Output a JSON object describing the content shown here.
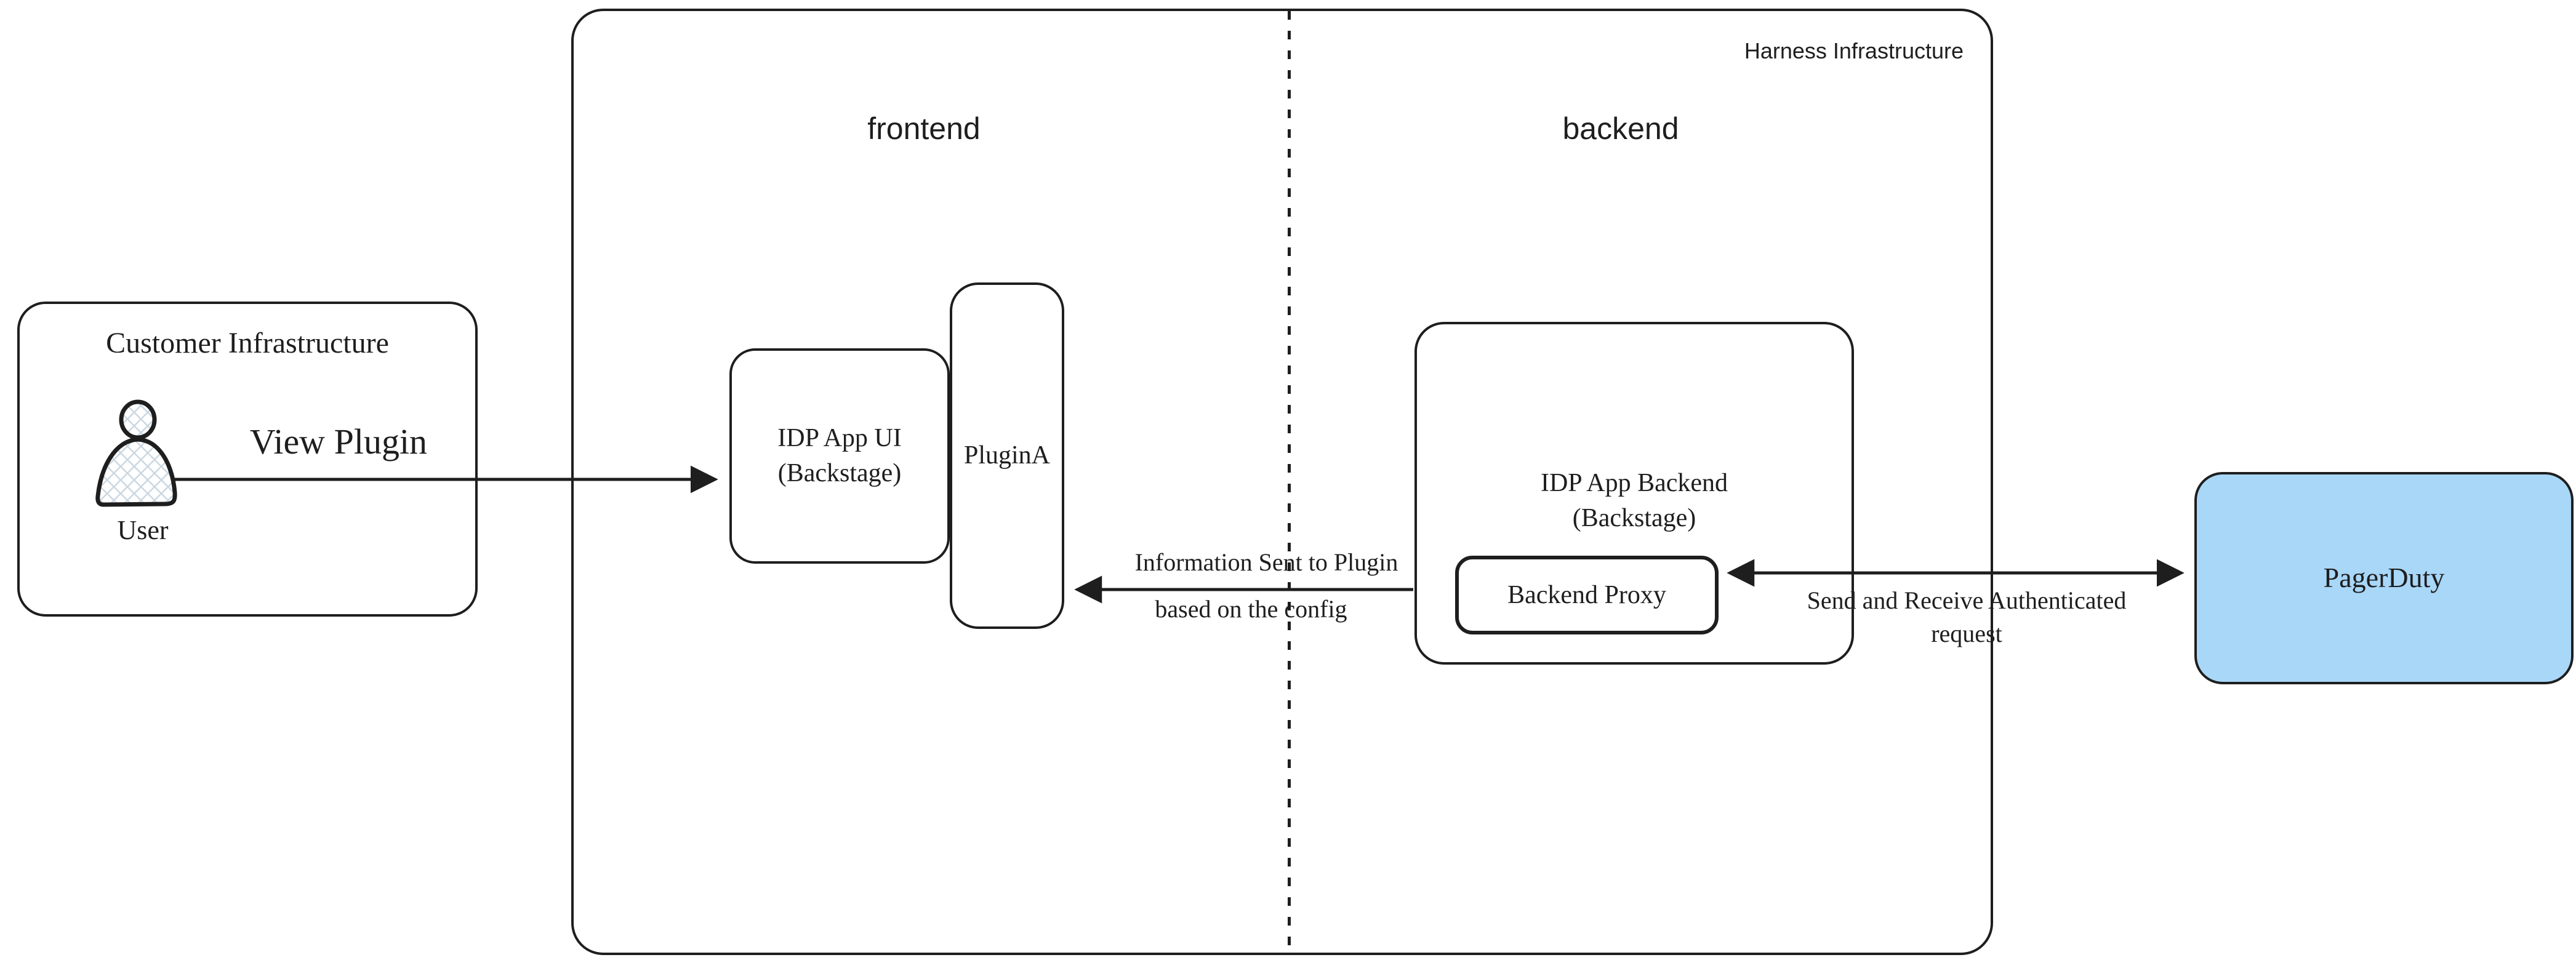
{
  "diagram": {
    "customer_infrastructure": {
      "title": "Customer Infrastructure",
      "user_label": "User"
    },
    "harness_infrastructure": {
      "title": "Harness Infrastructure",
      "frontend_label": "frontend",
      "backend_label": "backend"
    },
    "nodes": {
      "idp_app_ui": {
        "line1": "IDP App UI",
        "line2": "(Backstage)"
      },
      "plugin_a": {
        "label": "PluginA"
      },
      "idp_app_backend": {
        "line1": "IDP App Backend",
        "line2": "(Backstage)"
      },
      "backend_proxy": {
        "label": "Backend Proxy"
      },
      "pagerduty": {
        "label": "PagerDuty",
        "fill_color": "#a8d7f8"
      }
    },
    "edges": {
      "view_plugin": {
        "label": "View Plugin"
      },
      "info_to_plugin": {
        "line1": "Information Sent to Plugin",
        "line2": "based on the config"
      },
      "send_receive": {
        "line1": "Send and Receive Authenticated",
        "line2": "request"
      }
    },
    "colors": {
      "stroke": "#1e1e1e",
      "pagerduty_fill": "#a8d7f8",
      "hatch_lines": "#ccd8e1"
    }
  }
}
